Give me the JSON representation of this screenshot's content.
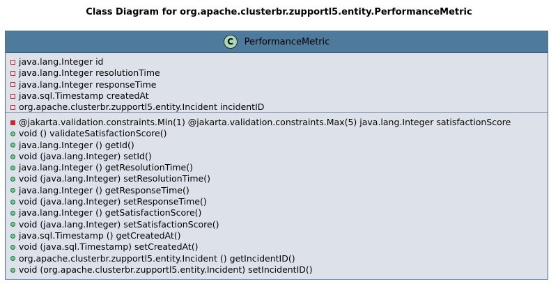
{
  "title": "Class Diagram for org.apache.clusterbr.zupportl5.entity.PerformanceMetric",
  "class": {
    "icon_letter": "C",
    "name": "PerformanceMetric",
    "attributes": [
      {
        "visibility": "private",
        "text": "java.lang.Integer id"
      },
      {
        "visibility": "private",
        "text": "java.lang.Integer resolutionTime"
      },
      {
        "visibility": "private",
        "text": "java.lang.Integer responseTime"
      },
      {
        "visibility": "private",
        "text": "java.sql.Timestamp createdAt"
      },
      {
        "visibility": "private",
        "text": "org.apache.clusterbr.zupportl5.entity.Incident incidentID"
      }
    ],
    "methods": [
      {
        "visibility": "private",
        "text": "@jakarta.validation.constraints.Min(1) @jakarta.validation.constraints.Max(5) java.lang.Integer satisfactionScore"
      },
      {
        "visibility": "public",
        "text": "void () validateSatisfactionScore()"
      },
      {
        "visibility": "public",
        "text": "java.lang.Integer () getId()"
      },
      {
        "visibility": "public",
        "text": "void (java.lang.Integer) setId()"
      },
      {
        "visibility": "public",
        "text": "java.lang.Integer () getResolutionTime()"
      },
      {
        "visibility": "public",
        "text": "void (java.lang.Integer) setResolutionTime()"
      },
      {
        "visibility": "public",
        "text": "java.lang.Integer () getResponseTime()"
      },
      {
        "visibility": "public",
        "text": "void (java.lang.Integer) setResponseTime()"
      },
      {
        "visibility": "public",
        "text": "java.lang.Integer () getSatisfactionScore()"
      },
      {
        "visibility": "public",
        "text": "void (java.lang.Integer) setSatisfactionScore()"
      },
      {
        "visibility": "public",
        "text": "java.sql.Timestamp () getCreatedAt()"
      },
      {
        "visibility": "public",
        "text": "void (java.sql.Timestamp) setCreatedAt()"
      },
      {
        "visibility": "public",
        "text": "org.apache.clusterbr.zupportl5.entity.Incident () getIncidentID()"
      },
      {
        "visibility": "public",
        "text": "void (org.apache.clusterbr.zupportl5.entity.Incident) setIncidentID()"
      }
    ]
  },
  "colors": {
    "header": "#4e7a9b",
    "body": "#dde2ea",
    "private": "#c82930",
    "public": "#84be84"
  }
}
